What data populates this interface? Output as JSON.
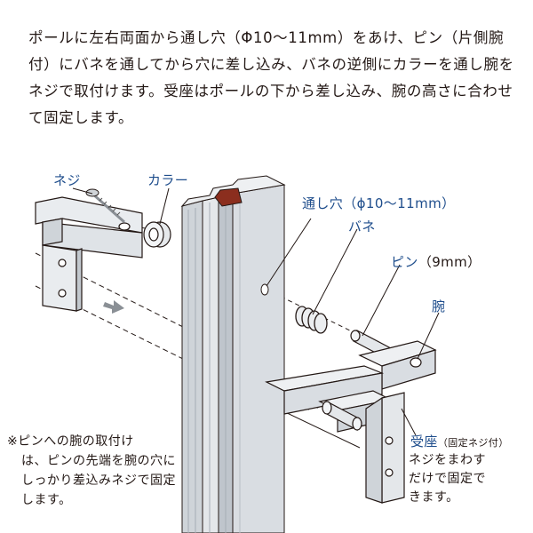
{
  "intro_text": "ポールに左右両面から通し穴（Φ10〜11mm）をあけ、ピン（片側腕付）にバネを通してから穴に差し込み、バネの逆側にカラーを通し腕をネジで取付けます。受座はポールの下から差し込み、腕の高さに合わせて固定します。",
  "labels": {
    "screw": "ネジ",
    "collar": "カラー",
    "through_hole": "通し穴（ϕ10〜11mm）",
    "spring": "バネ",
    "pin": "ピン",
    "pin_size": "（9mm）",
    "arm": "腕",
    "seat": "受座",
    "seat_note": "（固定ネジ付）",
    "seat_desc": "ネジをまわす\nだけで固定で\nきます。"
  },
  "note": {
    "line1": "※ピンへの腕の取付け",
    "line2": "は、ピンの先端を腕の穴にしっかり差込みネジで固定します。"
  },
  "colors": {
    "label_blue": "#1e4d8c",
    "text": "#231815",
    "pole_light": "#d9dde2",
    "pole_mid": "#bfc5cc",
    "pole_dark": "#9aa2ab",
    "cap_red": "#8b2e1e",
    "arrow_gray": "#8a8f95"
  },
  "icons": [
    "screw-icon",
    "arrow-right-icon",
    "arrow-left-icon"
  ]
}
